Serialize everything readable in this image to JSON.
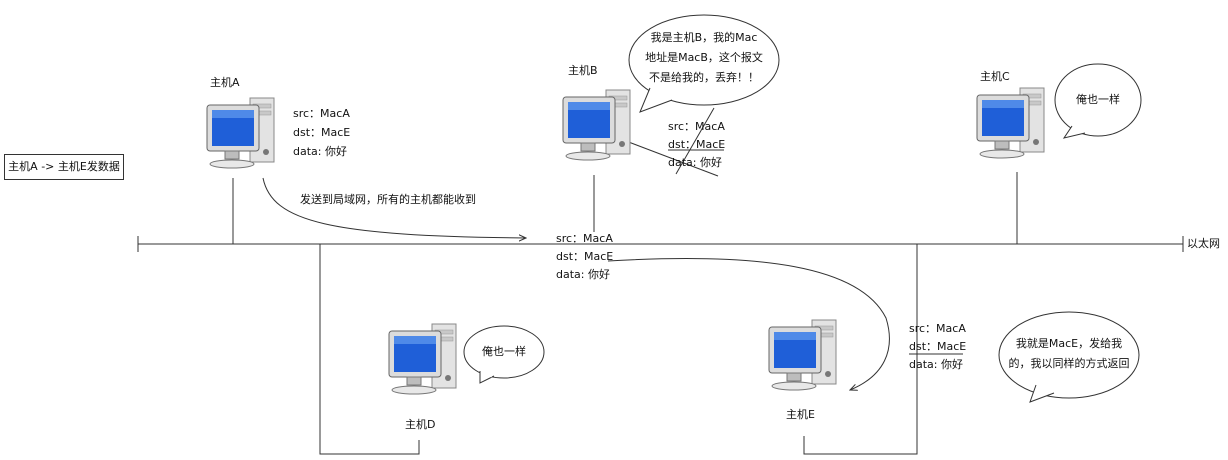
{
  "hosts": {
    "a": {
      "label": "主机A"
    },
    "b": {
      "label": "主机B"
    },
    "c": {
      "label": "主机C"
    },
    "d": {
      "label": "主机D"
    },
    "e": {
      "label": "主机E"
    }
  },
  "frame": {
    "src": "src：MacA",
    "dst": "dst：MacE",
    "data": "data: 你好"
  },
  "note_box": "主机A -> 主机E发数据",
  "send_caption": "发送到局域网，所有的主机都能收到",
  "ethernet_label": "以太网",
  "bubbles": {
    "b": [
      "我是主机B，我的Mac",
      "地址是MacB，这个报文",
      "不是给我的，丢弃！！"
    ],
    "c": "俺也一样",
    "d": "俺也一样",
    "e": [
      "我就是MacE，发给我",
      "的，我以同样的方式返回"
    ]
  }
}
